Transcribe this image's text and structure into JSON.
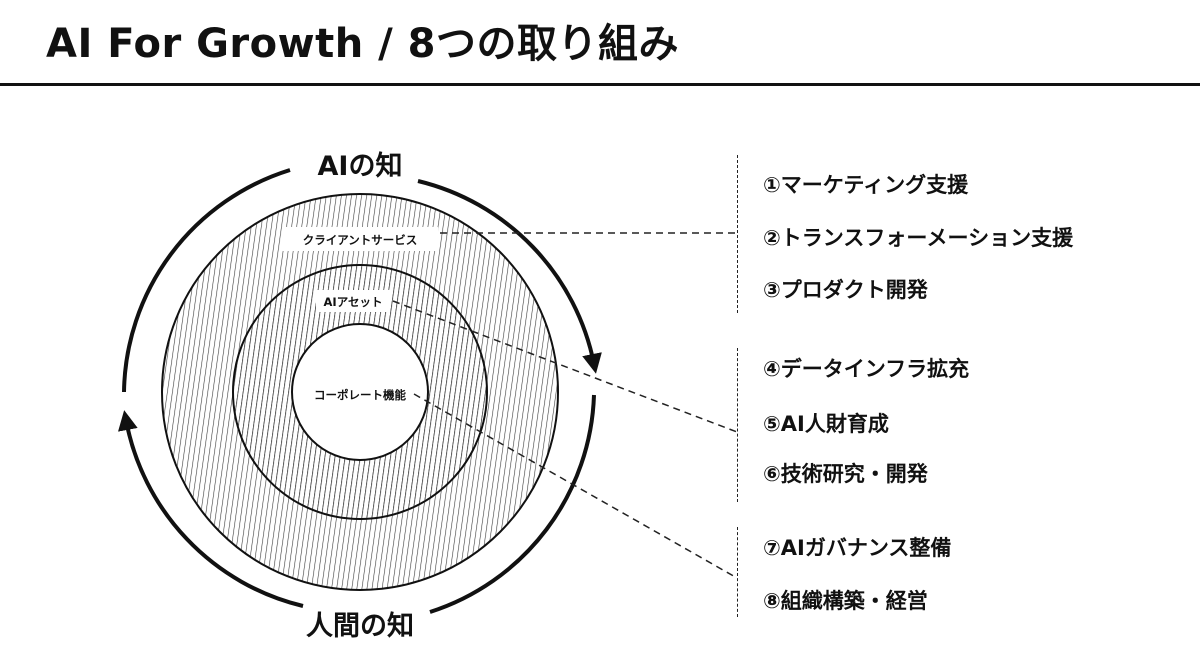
{
  "header": {
    "title": "AI For Growth / 8つの取り組み"
  },
  "diagram": {
    "top_label": "AIの知",
    "bottom_label": "人間の知",
    "rings": {
      "outer": "クライアントサービス",
      "middle": "AIアセット",
      "inner": "コーポレート機能"
    }
  },
  "initiatives": {
    "group1": [
      "①マーケティング支援",
      "②トランスフォーメーション支援",
      "③プロダクト開発"
    ],
    "group2": [
      "④データインフラ拡充",
      "⑤AI人財育成",
      "⑥技術研究・開発"
    ],
    "group3": [
      "⑦AIガバナンス整備",
      "⑧組織構築・経営"
    ]
  },
  "colors": {
    "ink": "#111111",
    "hatch": "#3a3a3a",
    "background": "#ffffff"
  }
}
